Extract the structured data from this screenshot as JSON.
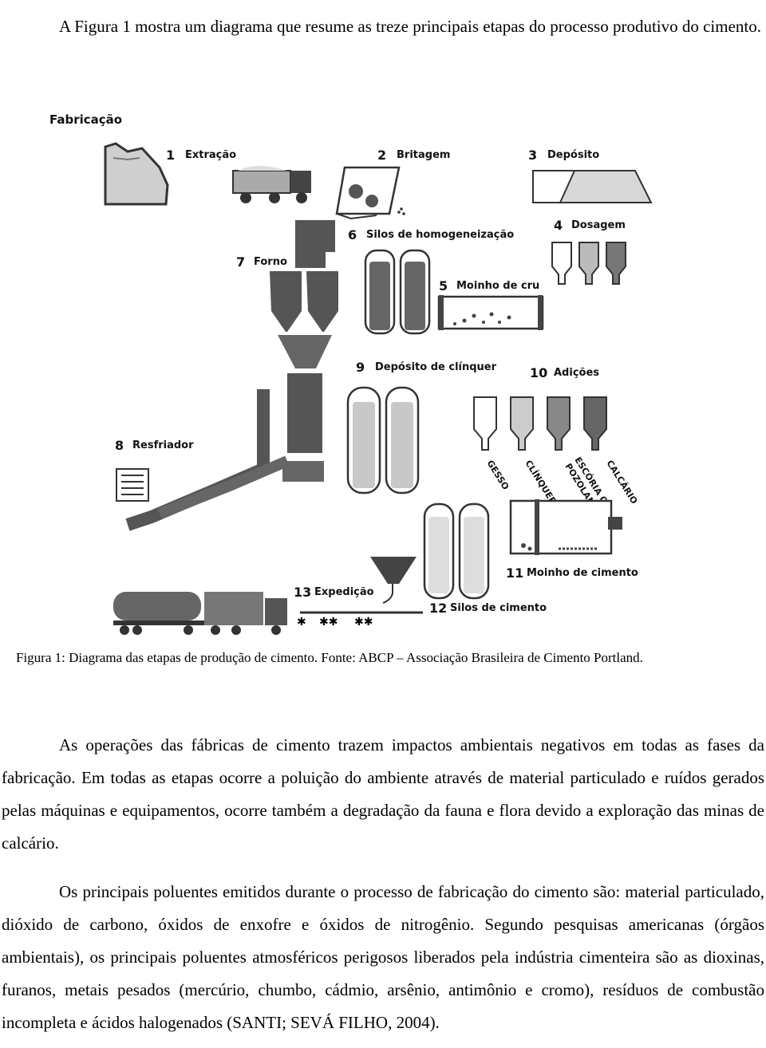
{
  "intro_text": "A Figura 1 mostra um diagrama que resume as treze principais etapas do processo produtivo do cimento.",
  "figure": {
    "title": "Fabricação",
    "steps": [
      {
        "number": "1",
        "label": "Extração"
      },
      {
        "number": "2",
        "label": "Britagem"
      },
      {
        "number": "3",
        "label": "Depósito"
      },
      {
        "number": "4",
        "label": "Dosagem"
      },
      {
        "number": "5",
        "label": "Moinho de cru"
      },
      {
        "number": "6",
        "label": "Silos de homogeneização"
      },
      {
        "number": "7",
        "label": "Forno"
      },
      {
        "number": "8",
        "label": "Resfriador"
      },
      {
        "number": "9",
        "label": "Depósito de clínquer"
      },
      {
        "number": "10",
        "label": "Adições"
      },
      {
        "number": "11",
        "label": "Moinho de cimento"
      },
      {
        "number": "12",
        "label": "Silos de cimento"
      },
      {
        "number": "13",
        "label": "Expedição"
      }
    ],
    "additions": [
      "GESSO",
      "CLÍNQUER",
      "ESCÓRIA OU",
      "POZOLANA",
      "CALCÁRIO"
    ]
  },
  "caption": "Figura 1: Diagrama das etapas de produção de cimento. Fonte: ABCP – Associação Brasileira de Cimento Portland.",
  "paragraph_1": "As operações das fábricas de cimento trazem impactos ambientais negativos em todas as fases da fabricação. Em todas as etapas ocorre a poluição do ambiente através de material particulado e ruídos gerados pelas máquinas e equipamentos, ocorre também a degradação da fauna e flora devido a exploração das minas de calcário.",
  "paragraph_2": "Os principais poluentes emitidos durante o processo de fabricação do cimento são: material particulado, dióxido de carbono, óxidos de enxofre e óxidos de nitrogênio. Segundo pesquisas americanas (órgãos ambientais), os principais poluentes atmosféricos perigosos liberados pela indústria cimenteira são as dioxinas, furanos, metais pesados (mercúrio, chumbo, cádmio, arsênio, antimônio e cromo), resíduos de combustão incompleta e ácidos halogenados (SANTI; SEVÁ FILHO, 2004)."
}
